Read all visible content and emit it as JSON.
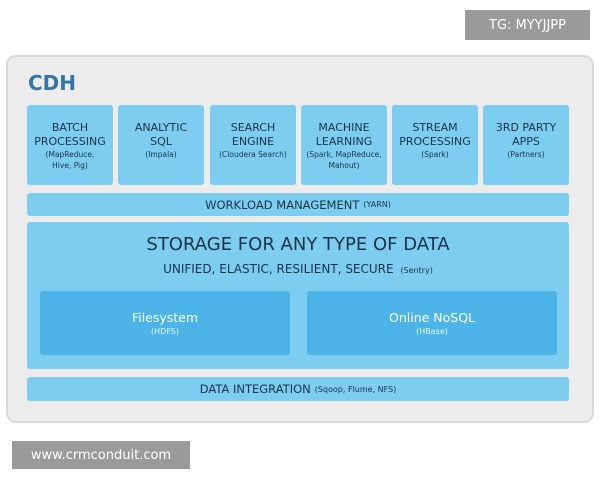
{
  "watermarks": {
    "top": "TG: MYYJJPP",
    "bottom": "www.crmconduit.com"
  },
  "title": "CDH",
  "components": [
    {
      "name_lines": [
        "BATCH",
        "PROCESSING"
      ],
      "sub_lines": [
        "(MapReduce,",
        "Hive, Pig)"
      ]
    },
    {
      "name_lines": [
        "ANALYTIC",
        "SQL"
      ],
      "sub_lines": [
        "(Impala)"
      ]
    },
    {
      "name_lines": [
        "SEARCH",
        "ENGINE"
      ],
      "sub_lines": [
        "(Cloudera Search)"
      ]
    },
    {
      "name_lines": [
        "MACHINE",
        "LEARNING"
      ],
      "sub_lines": [
        "(Spark, MapReduce,",
        "Mahout)"
      ]
    },
    {
      "name_lines": [
        "STREAM",
        "PROCESSING"
      ],
      "sub_lines": [
        "(Spark)"
      ]
    },
    {
      "name_lines": [
        "3RD PARTY",
        "APPS"
      ],
      "sub_lines": [
        "(Partners)"
      ]
    }
  ],
  "workload": {
    "label": "WORKLOAD MANAGEMENT",
    "sub": "(YARN)"
  },
  "storage": {
    "title": "STORAGE FOR ANY TYPE OF DATA",
    "subtitle": "UNIFIED, ELASTIC, RESILIENT, SECURE",
    "subtitle_note": "(Sentry)",
    "filesystem": {
      "name": "Filesystem",
      "sub": "(HDFS)"
    },
    "nosql": {
      "name": "Online NoSQL",
      "sub": "(HBase)"
    }
  },
  "integration": {
    "label": "DATA INTEGRATION",
    "sub": "(Sqoop, Flume, NFS)"
  },
  "colors": {
    "frame": "#ececec",
    "box": "#7dcdf0",
    "inner_box": "#4cb4e6",
    "title": "#3276a8",
    "text": "#1b3347"
  }
}
